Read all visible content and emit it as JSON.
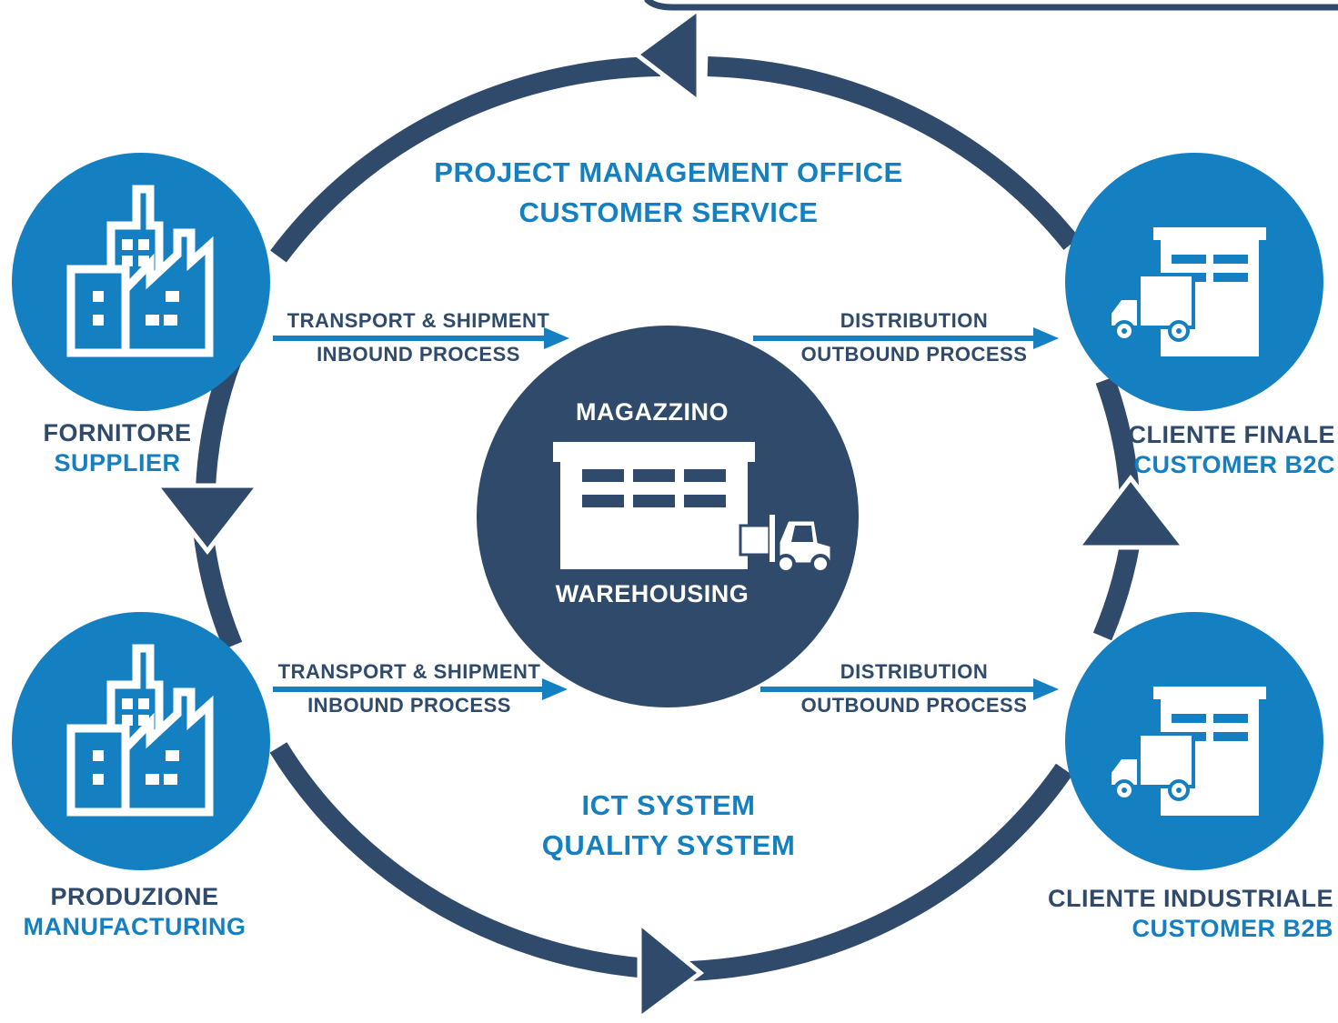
{
  "colors": {
    "navy": "#2f4a6b",
    "blue": "#1480c2",
    "white": "#ffffff"
  },
  "top_label": {
    "line1": "PROJECT MANAGEMENT OFFICE",
    "line2": "CUSTOMER SERVICE"
  },
  "bottom_label": {
    "line1": "ICT SYSTEM",
    "line2": "QUALITY SYSTEM"
  },
  "center": {
    "title_top": "MAGAZZINO",
    "title_bottom": "WAREHOUSING",
    "icons": [
      "warehouse-icon",
      "forklift-icon"
    ]
  },
  "nodes": {
    "supplier": {
      "line1": "FORNITORE",
      "line2": "SUPPLIER",
      "icon": "factory-icon"
    },
    "manufacturing": {
      "line1": "PRODUZIONE",
      "line2": "MANUFACTURING",
      "icon": "factory-icon"
    },
    "customer_b2c": {
      "line1": "CLIENTE FINALE",
      "line2": "CUSTOMER B2C",
      "icon": "warehouse-truck-icon"
    },
    "customer_b2b": {
      "line1": "CLIENTE INDUSTRIALE",
      "line2": "CUSTOMER B2B",
      "icon": "warehouse-truck-icon"
    }
  },
  "flows": {
    "inbound_top": {
      "line1": "TRANSPORT & SHIPMENT",
      "line2": "INBOUND PROCESS"
    },
    "outbound_top": {
      "line1": "DISTRIBUTION",
      "line2": "OUTBOUND PROCESS"
    },
    "inbound_bottom": {
      "line1": "TRANSPORT & SHIPMENT",
      "line2": "INBOUND PROCESS"
    },
    "outbound_bottom": {
      "line1": "DISTRIBUTION",
      "line2": "OUTBOUND PROCESS"
    }
  }
}
